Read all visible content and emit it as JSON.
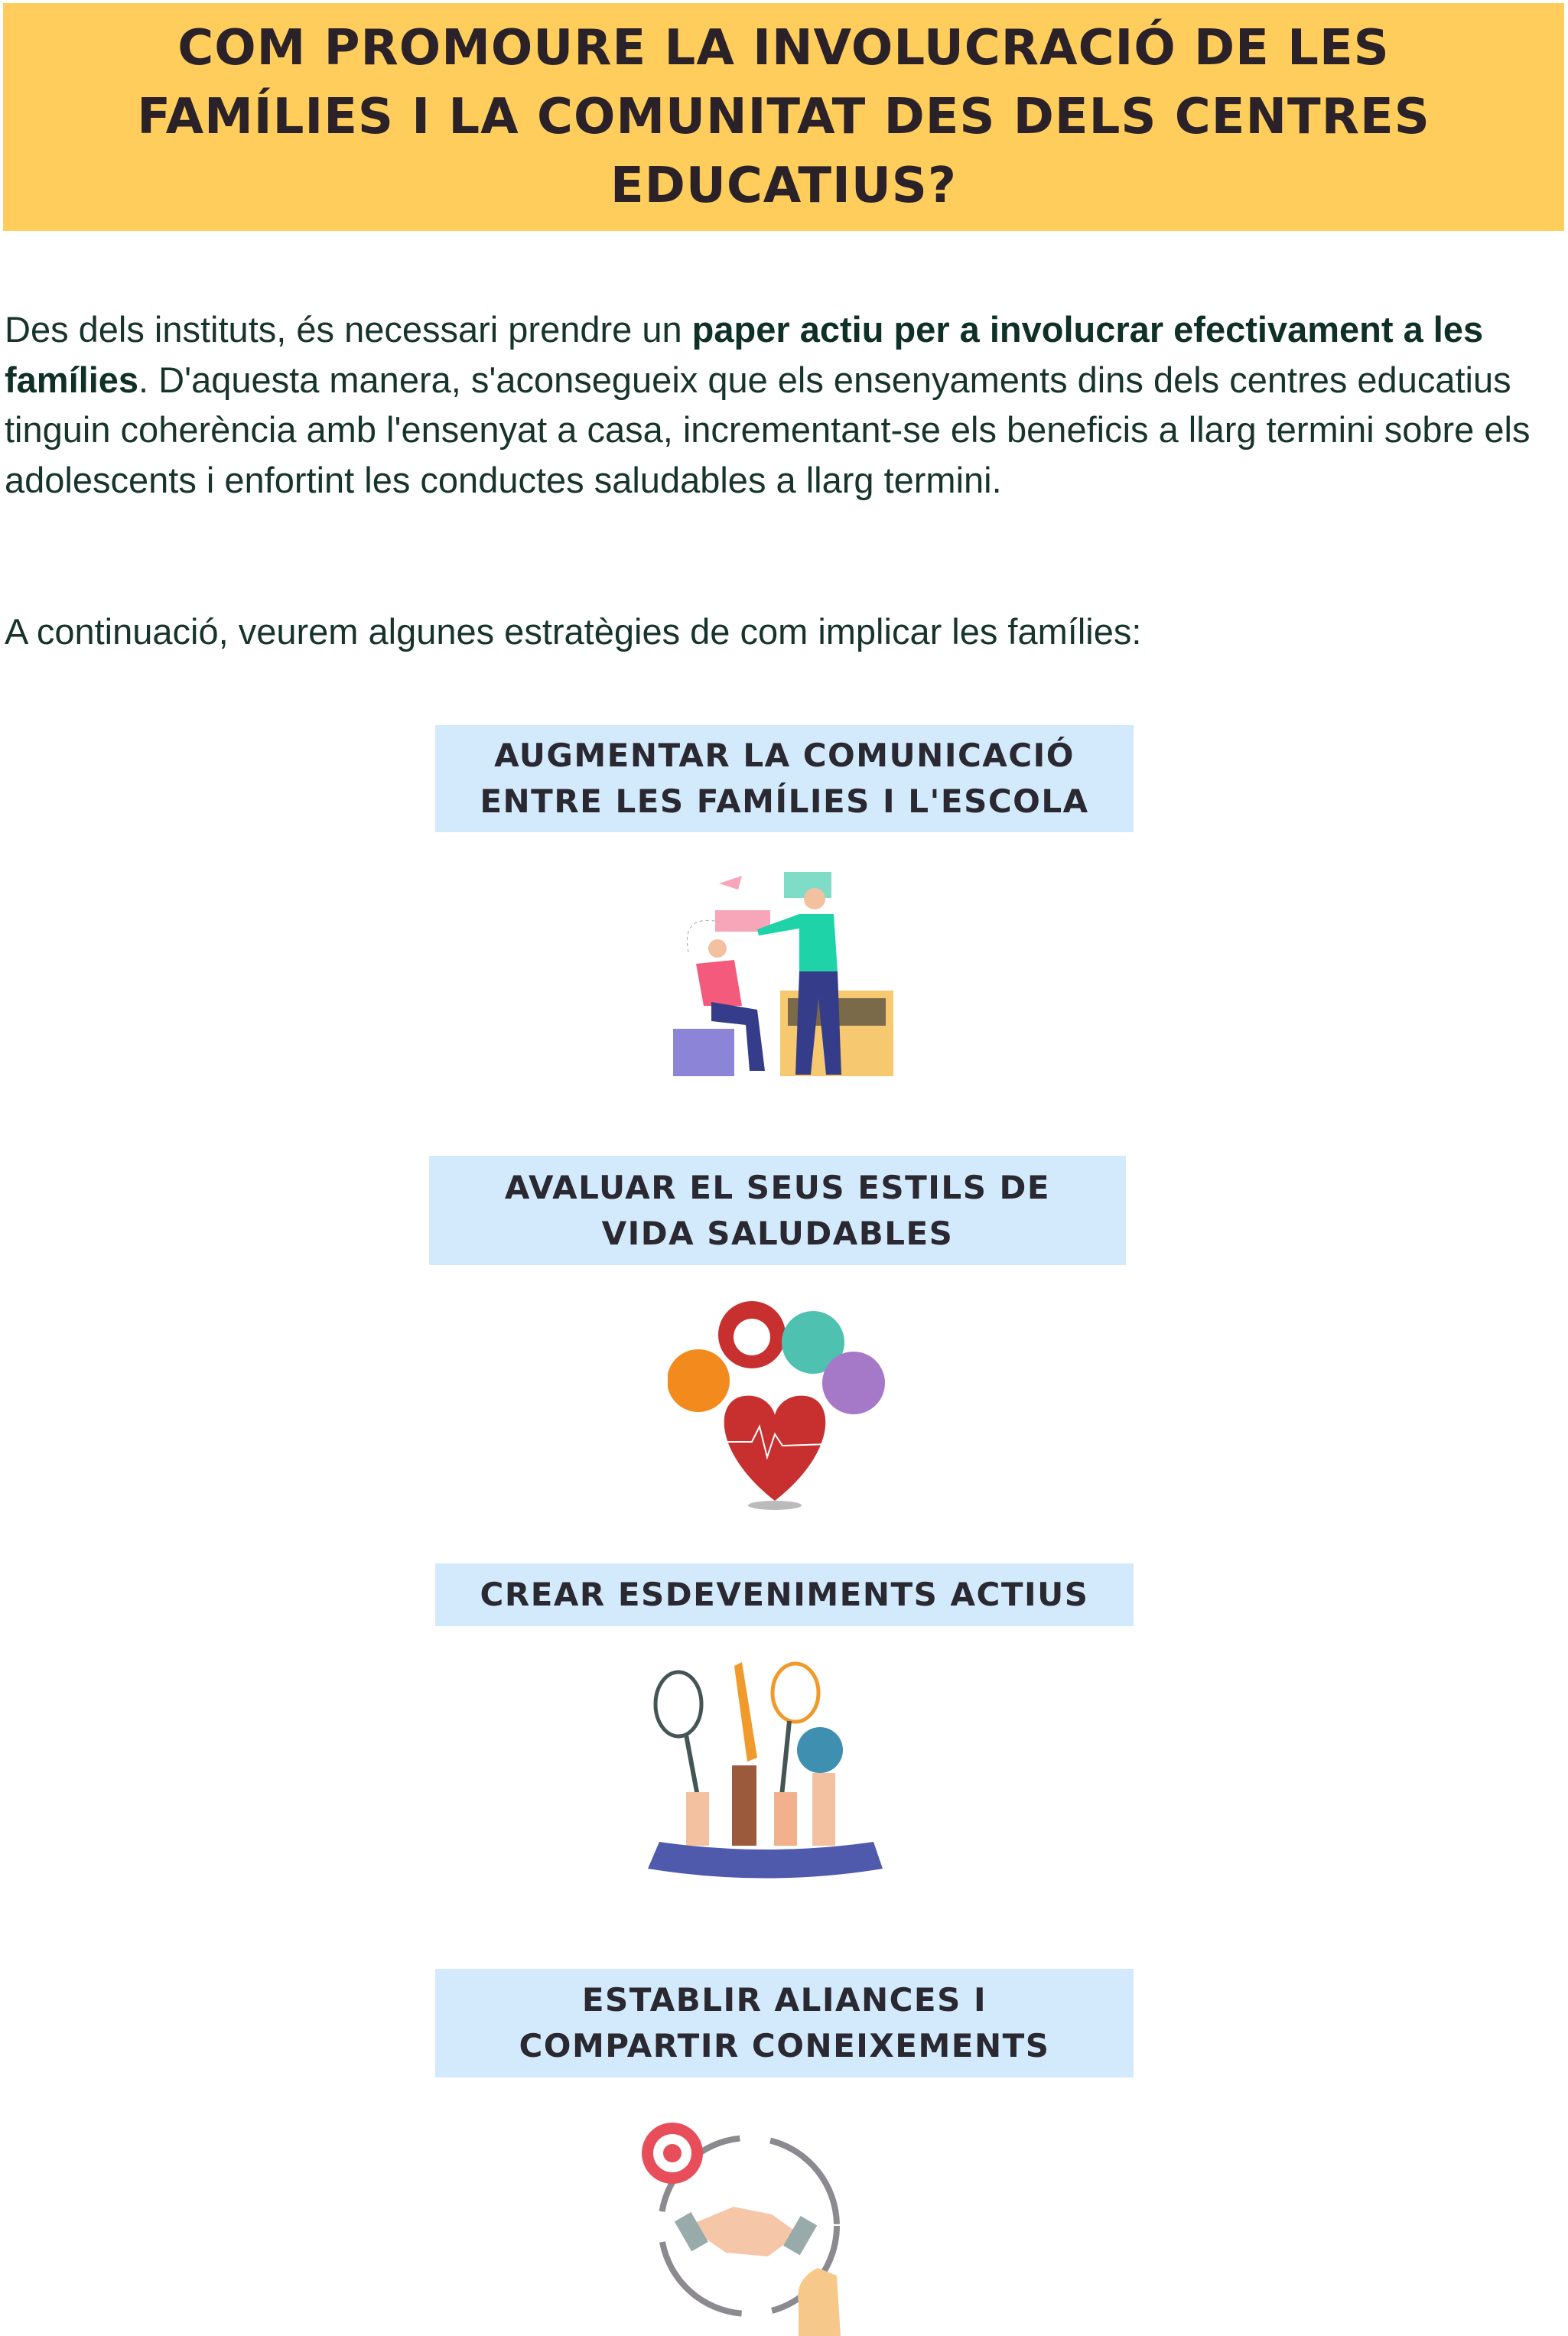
{
  "header": {
    "title": "COM PROMOURE LA INVOLUCRACIÓ DE LES FAMÍLIES I LA COMUNITAT DES DELS CENTRES EDUCATIUS?"
  },
  "intro": {
    "part1": "Des dels instituts, és necessari prendre un ",
    "bold": "paper actiu per a involucrar efectivament a les famílies",
    "part2": ". D'aquesta manera, s'aconsegueix que els ensenyaments dins dels centres educatius tinguin coherència amb l'ensenyat a casa, incrementant-se els beneficis a llarg termini sobre els adolescents i enfortint les conductes saludables a llarg termini."
  },
  "lead": "A continuació, veurem algunes estratègies de com implicar les famílies:",
  "strategies": [
    {
      "title": "AUGMENTAR LA COMUNICACIÓ ENTRE LES FAMÍLIES I L'ESCOLA",
      "icon": "conversation-illustration"
    },
    {
      "title": "AVALUAR EL SEUS ESTILS DE VIDA SALUDABLES",
      "icon": "healthy-lifestyle-heart-illustration"
    },
    {
      "title": "CREAR ESDEVENIMENTS ACTIUS",
      "icon": "sports-rackets-illustration"
    },
    {
      "title": "ESTABLIR ALIANCES I COMPARTIR CONEIXEMENTS",
      "icon": "handshake-cycle-illustration"
    }
  ],
  "colors": {
    "banner": "#fecd5b",
    "box": "#d3eafc",
    "text": "#17342c"
  }
}
